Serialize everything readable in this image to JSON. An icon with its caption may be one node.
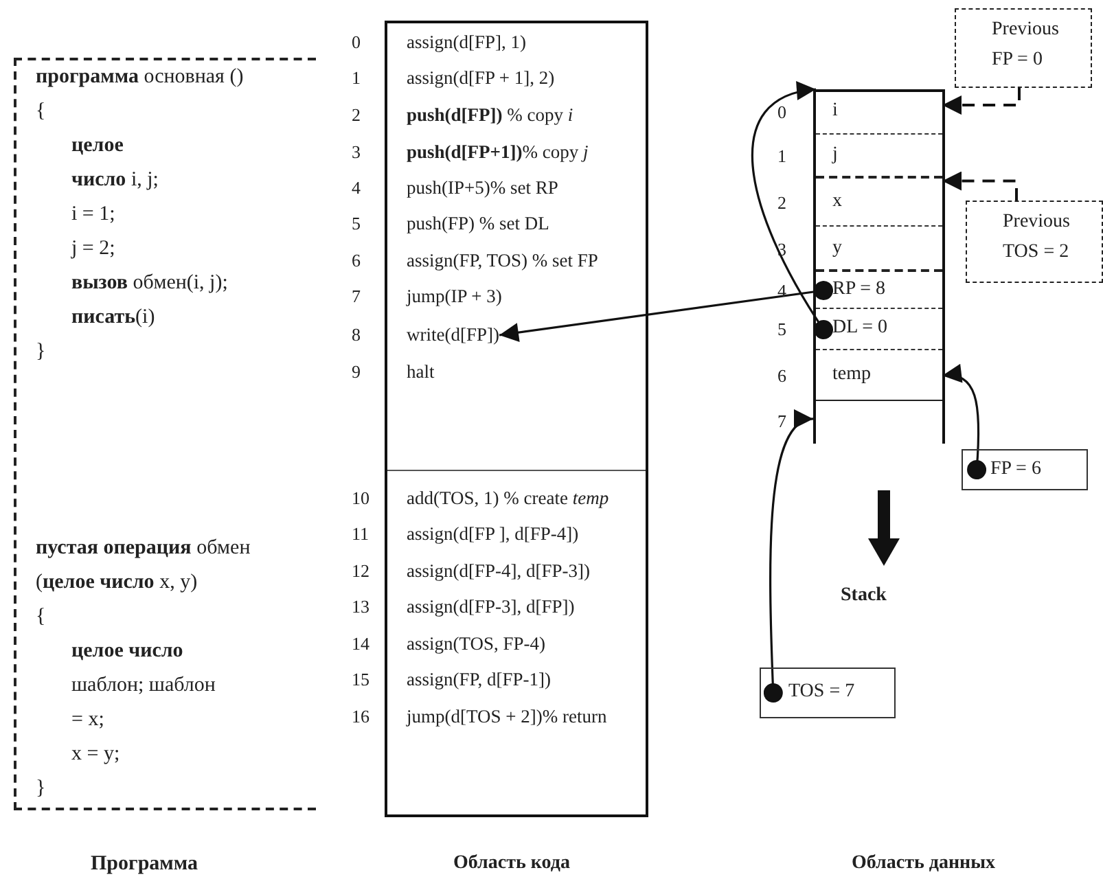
{
  "diagram": {
    "nodes": [
      {
        "text": [
          "**программа** основная ()",
          "{",
          "**целое**",
          "**число** i, j;",
          "i = 1;",
          "j = 2;",
          "**вызов** обмен(i, j);",
          "**писать**(i)",
          "}",
          "**пустая операция** обмен",
          "(**целое число** x, y)",
          "{",
          "**целое число**",
          "шаблон; шаблон",
          "= x;",
          "x = y;",
          "}"
        ]
      },
      {
        "text": [],
        "shape": "box"
      },
      {
        "text": [
          "assign(d[FP], 1)"
        ],
        "in": 1,
        "beside": [
          "0"
        ]
      },
      {
        "text": [
          "assign(d[FP + 1], 2)"
        ],
        "in": 1,
        "beside": [
          "1"
        ]
      },
      {
        "text": [
          "**push(d[FP])** % copy *i*"
        ],
        "in": 1,
        "beside": [
          "2"
        ]
      },
      {
        "text": [
          "**push(d[FP+1])**% copy *j*"
        ],
        "in": 1,
        "beside": [
          "3"
        ]
      },
      {
        "text": [
          "push(IP+5)% set RP"
        ],
        "in": 1,
        "beside": [
          "4"
        ]
      },
      {
        "text": [
          "push(FP) % set DL"
        ],
        "in": 1,
        "beside": [
          "5"
        ]
      },
      {
        "text": [
          "assign(FP, TOS) % set FP"
        ],
        "in": 1,
        "beside": [
          "6"
        ]
      },
      {
        "text": [
          "jump(IP + 3)"
        ],
        "in": 1,
        "beside": [
          "7"
        ]
      },
      {
        "text": [
          "write(d[FP])"
        ],
        "in": 1,
        "beside": [
          "8"
        ]
      },
      {
        "text": [
          "halt"
        ],
        "in": 1,
        "beside": [
          "9"
        ]
      },
      {
        "text": [
          "add(TOS, 1) % create *temp*"
        ],
        "in": 1,
        "beside": [
          "10"
        ]
      },
      {
        "text": [
          "assign(d[FP ], d[FP-4])"
        ],
        "in": 1,
        "beside": [
          "11"
        ]
      },
      {
        "text": [
          "assign(d[FP-4], d[FP-3])"
        ],
        "in": 1,
        "beside": [
          "12"
        ]
      },
      {
        "text": [
          "assign(d[FP-3], d[FP])"
        ],
        "in": 1,
        "beside": [
          "13"
        ]
      },
      {
        "text": [
          "assign(TOS, FP-4)"
        ],
        "in": 1,
        "beside": [
          "14"
        ]
      },
      {
        "text": [
          "assign(FP,  d[FP-1])"
        ],
        "in": 1,
        "beside": [
          "15"
        ]
      },
      {
        "text": [
          "jump(d[TOS + 2])% return"
        ],
        "in": 1,
        "beside": [
          "16"
        ]
      },
      {
        "text": [],
        "shape": "box"
      },
      {
        "text": [
          "i"
        ],
        "in": 19,
        "beside": [
          "0"
        ]
      },
      {
        "text": [
          "j"
        ],
        "in": 19,
        "beside": [
          "1"
        ]
      },
      {
        "text": [
          "x"
        ],
        "in": 19,
        "beside": [
          "2"
        ]
      },
      {
        "text": [
          "y"
        ],
        "in": 19,
        "beside": [
          "3"
        ]
      },
      {
        "text": [
          "RP = 8"
        ],
        "in": 19,
        "beside": [
          "4"
        ]
      },
      {
        "text": [
          "DL = 0"
        ],
        "in": 19,
        "beside": [
          "5"
        ]
      },
      {
        "text": [
          "temp"
        ],
        "in": 19,
        "beside": [
          "6"
        ]
      },
      {
        "text": [
          "Previous FP = 0"
        ]
      },
      {
        "text": [
          "Previous TOS = 2"
        ]
      },
      {
        "text": [
          "FP = 6"
        ]
      },
      {
        "text": [
          "TOS = 7"
        ]
      }
    ],
    "edges": [
      {
        "from": 27,
        "to": 20,
        "arrow": "to",
        "style": "dashed"
      },
      {
        "from": 28,
        "to": 22,
        "arrow": "to",
        "style": "dashed"
      },
      {
        "from": 24,
        "to": 10,
        "arrow": "to"
      },
      {
        "from": 25,
        "to": 20,
        "arrow": "to"
      },
      {
        "from": 29,
        "to": 26,
        "arrow": "to"
      },
      {
        "from": 30,
        "to": 19,
        "arrow": "to"
      }
    ],
    "labels": [
      "7",
      "Stack",
      "Программа",
      "Область кода",
      "Область данных"
    ]
  }
}
